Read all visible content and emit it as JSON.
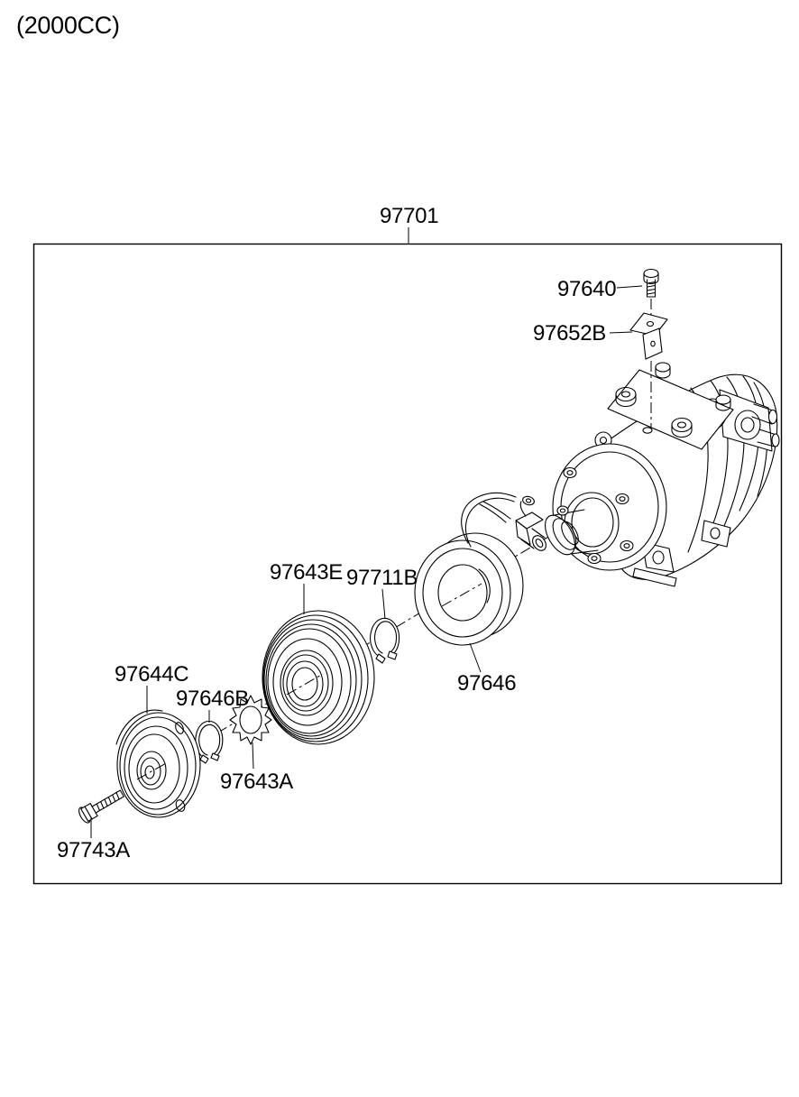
{
  "header": {
    "engine_size": "(2000CC)"
  },
  "diagram": {
    "assembly_label": "97701",
    "part_labels": {
      "p97640": "97640",
      "p97652B": "97652B",
      "p97643E": "97643E",
      "p97711B": "97711B",
      "p97646": "97646",
      "p97644C": "97644C",
      "p97646B": "97646B",
      "p97643A": "97643A",
      "p97743A": "97743A"
    },
    "colors": {
      "line": "#000000",
      "background": "#ffffff"
    }
  }
}
